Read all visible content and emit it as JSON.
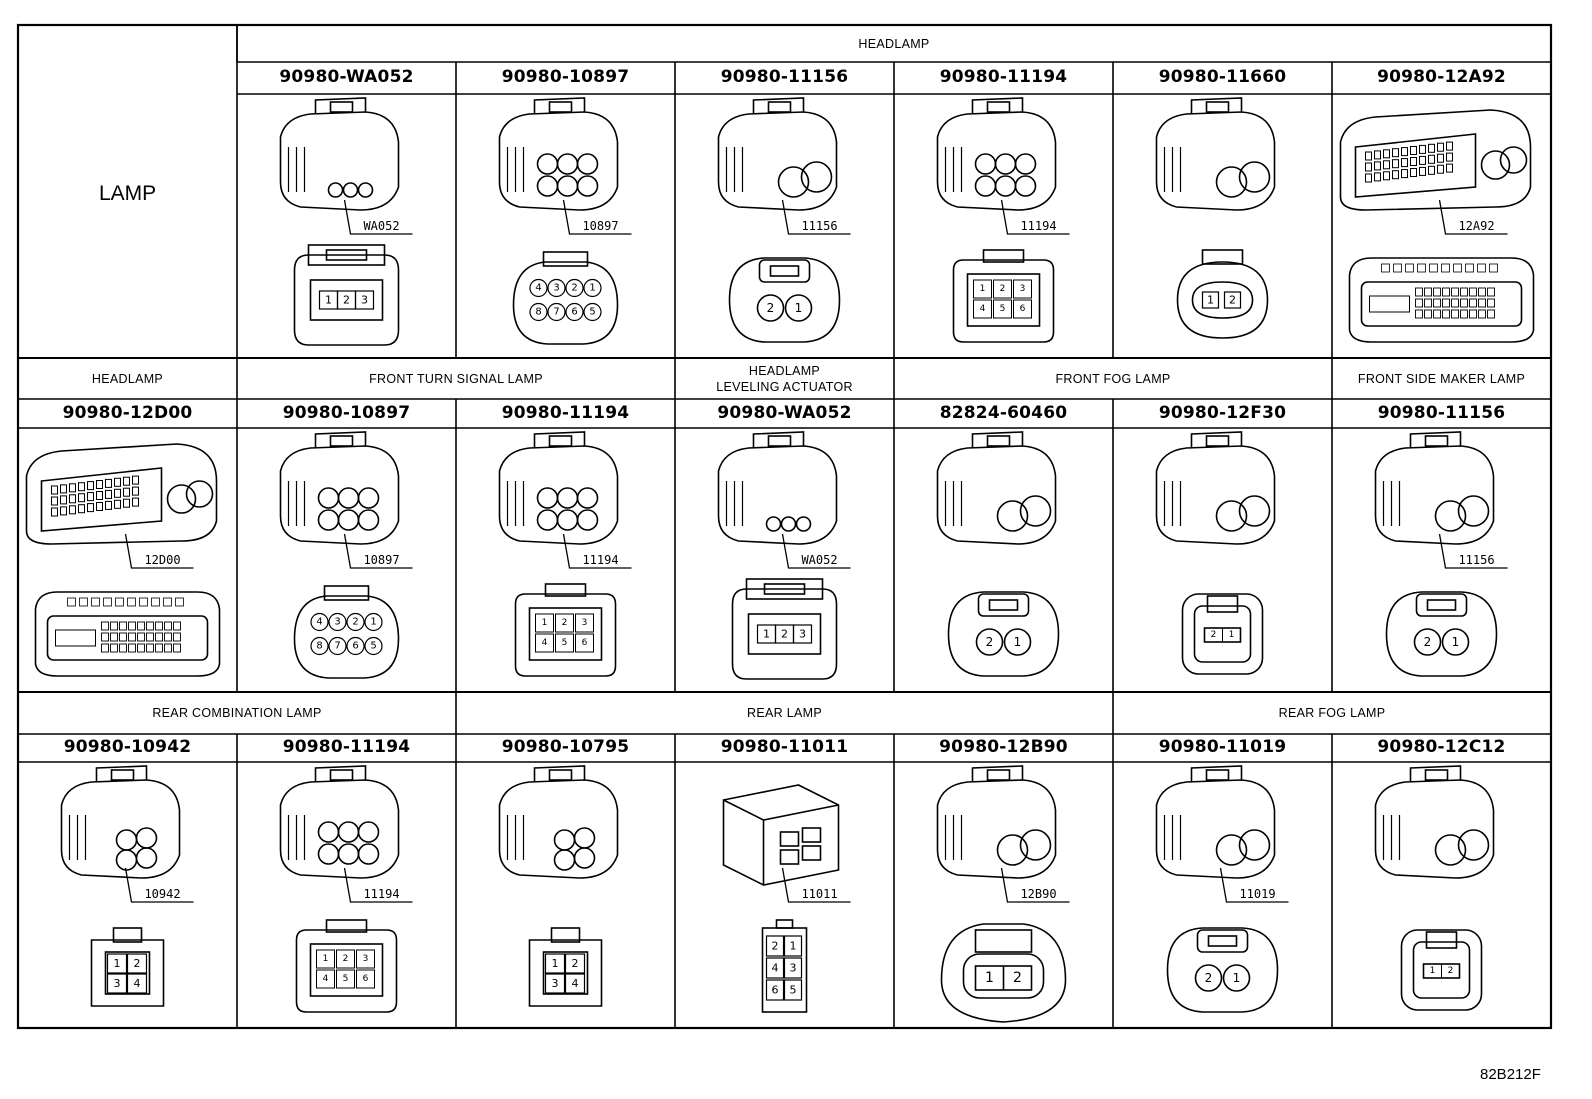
{
  "corner_label": "LAMP",
  "drawing_ref": "82B212F",
  "groups": [
    {
      "label": "HEADLAMP"
    },
    {
      "label": "HEADLAMP"
    },
    {
      "label": "FRONT TURN SIGNAL LAMP"
    },
    {
      "label": "HEADLAMP\nLEVELING ACTUATOR"
    },
    {
      "label": "FRONT FOG LAMP"
    },
    {
      "label": "FRONT SIDE MAKER LAMP"
    },
    {
      "label": "REAR COMBINATION LAMP"
    },
    {
      "label": "REAR LAMP"
    },
    {
      "label": "REAR FOG LAMP"
    }
  ],
  "connectors": [
    {
      "part": "90980-WA052",
      "code": "WA052",
      "pins": [
        "1",
        "2",
        "3"
      ],
      "style": "row3"
    },
    {
      "part": "90980-10897",
      "code": "10897",
      "pins": [
        "4",
        "3",
        "2",
        "1",
        "8",
        "7",
        "6",
        "5"
      ],
      "style": "round8"
    },
    {
      "part": "90980-11156",
      "code": "11156",
      "pins": [
        "2",
        "1"
      ],
      "style": "round2"
    },
    {
      "part": "90980-11194",
      "code": "11194",
      "pins": [
        "1",
        "2",
        "3",
        "4",
        "5",
        "6"
      ],
      "style": "grid6"
    },
    {
      "part": "90980-11660",
      "code": "",
      "pins": [
        "1",
        "2"
      ],
      "style": "oval2"
    },
    {
      "part": "90980-12A92",
      "code": "12A92",
      "pins": [],
      "style": "multi"
    },
    {
      "part": "90980-12D00",
      "code": "12D00",
      "pins": [],
      "style": "multi"
    },
    {
      "part": "90980-10897",
      "code": "10897",
      "pins": [
        "4",
        "3",
        "2",
        "1",
        "8",
        "7",
        "6",
        "5"
      ],
      "style": "round8"
    },
    {
      "part": "90980-11194",
      "code": "11194",
      "pins": [
        "1",
        "2",
        "3",
        "4",
        "5",
        "6"
      ],
      "style": "grid6"
    },
    {
      "part": "90980-WA052",
      "code": "WA052",
      "pins": [
        "1",
        "2",
        "3"
      ],
      "style": "row3"
    },
    {
      "part": "82824-60460",
      "code": "",
      "pins": [
        "2",
        "1"
      ],
      "style": "round2"
    },
    {
      "part": "90980-12F30",
      "code": "",
      "pins": [
        "2",
        "1"
      ],
      "style": "small2"
    },
    {
      "part": "90980-11156",
      "code": "11156",
      "pins": [
        "2",
        "1"
      ],
      "style": "round2"
    },
    {
      "part": "90980-10942",
      "code": "10942",
      "pins": [
        "1",
        "2",
        "3",
        "4"
      ],
      "style": "grid4"
    },
    {
      "part": "90980-11194",
      "code": "11194",
      "pins": [
        "1",
        "2",
        "3",
        "4",
        "5",
        "6"
      ],
      "style": "grid6"
    },
    {
      "part": "90980-10795",
      "code": "",
      "pins": [
        "1",
        "2",
        "3",
        "4"
      ],
      "style": "grid4"
    },
    {
      "part": "90980-11011",
      "code": "11011",
      "pins": [
        "2",
        "1",
        "4",
        "3",
        "6",
        "5"
      ],
      "style": "grid6v"
    },
    {
      "part": "90980-12B90",
      "code": "12B90",
      "pins": [
        "1",
        "2"
      ],
      "style": "big2"
    },
    {
      "part": "90980-11019",
      "code": "11019",
      "pins": [
        "2",
        "1"
      ],
      "style": "round2"
    },
    {
      "part": "90980-12C12",
      "code": "",
      "pins": [
        "1",
        "2"
      ],
      "style": "small2"
    }
  ]
}
